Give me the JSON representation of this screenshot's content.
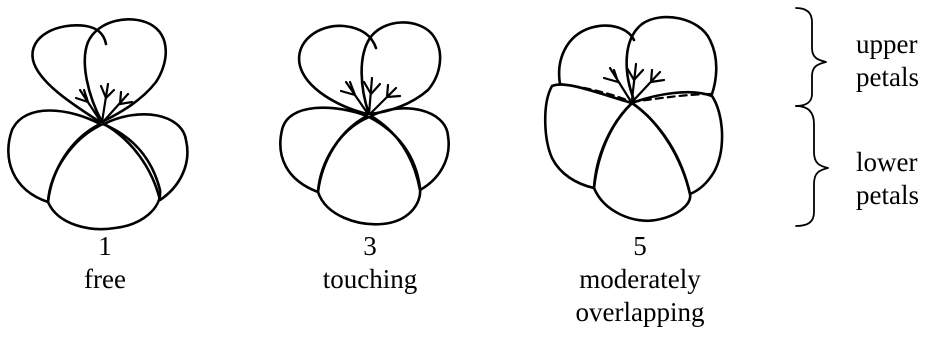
{
  "flowers": [
    {
      "number": "1",
      "label": [
        "free"
      ]
    },
    {
      "number": "3",
      "label": [
        "touching"
      ]
    },
    {
      "number": "5",
      "label": [
        "moderately",
        "overlapping"
      ]
    }
  ],
  "brackets": {
    "upper": [
      "upper",
      "petals"
    ],
    "lower": [
      "lower",
      "petals"
    ]
  }
}
